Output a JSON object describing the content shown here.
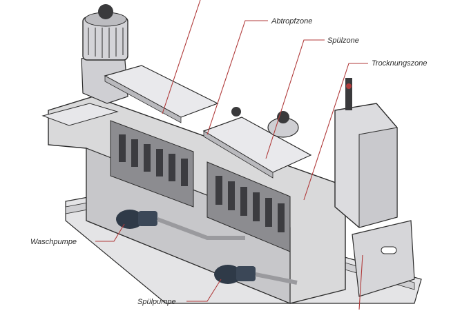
{
  "labels": {
    "abtropfzone": "Abtropfzone",
    "spuelzone": "Spülzone",
    "trocknungszone": "Trocknungszone",
    "waschpumpe": "Waschpumpe",
    "spuelpumpe": "Spülpumpe"
  },
  "colors": {
    "leader_line": "#b03a3a",
    "body_fill": "#d9d9da",
    "edge": "#2b2b2b",
    "dark": "#3a3a3c",
    "pump": "#2f3a48"
  }
}
